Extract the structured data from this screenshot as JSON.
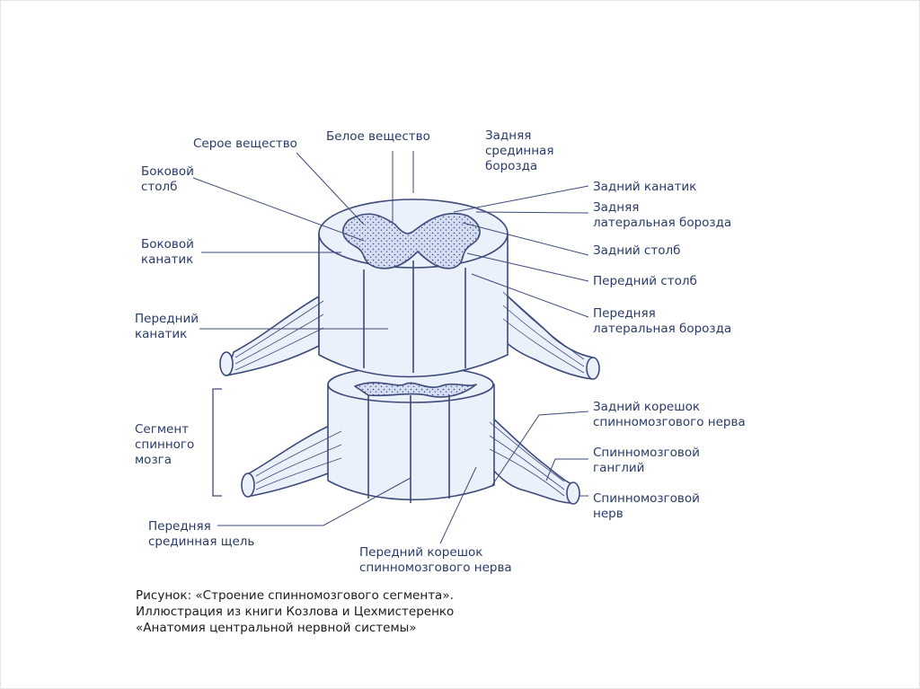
{
  "labels": {
    "white_matter": "Белое вещество",
    "gray_matter": "Серое вещество",
    "posterior_median_sulcus": "Задняя\nсрединная\nборозда",
    "lateral_column": "Боковой\nстолб",
    "posterior_funiculus": "Задний канатик",
    "posterior_lateral_sulcus": "Задняя\nлатеральная борозда",
    "lateral_funiculus": "Боковой\nканатик",
    "posterior_column": "Задний столб",
    "anterior_column": "Передний столб",
    "anterior_funiculus": "Передний\nканатик",
    "anterior_lateral_sulcus": "Передняя\nлатеральная борозда",
    "segment": "Сегмент\nспинного\nмозга",
    "dorsal_root": "Задний корешок\nспинномозгового нерва",
    "spinal_ganglion": "Спинномозговой\nганглий",
    "spinal_nerve": "Спинномозговой\nнерв",
    "anterior_median_fissure": "Передняя\nсрединная щель",
    "ventral_root": "Передний корешок\nспинномозгового нерва"
  },
  "caption": "Рисунок: «Строение спинномозгового сегмента».\nИллюстрация из книги Козлова и Цехмистеренко\n«Анатомия центральной нервной системы»",
  "colors": {
    "stroke": "#3d4a7a",
    "fill": "#eaf1fb",
    "gray_fill": "#c9d6ee",
    "text": "#2b3a67"
  }
}
